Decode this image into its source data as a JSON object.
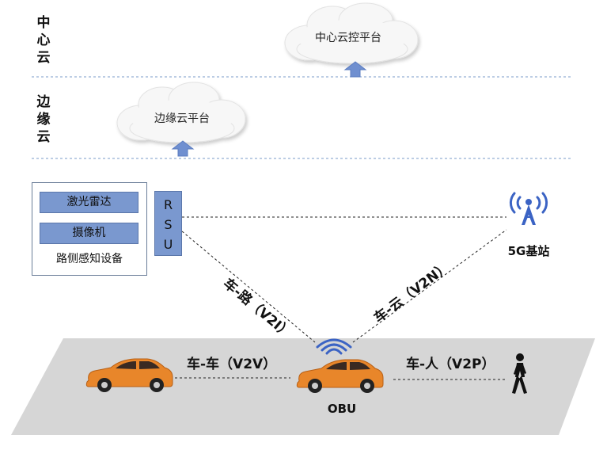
{
  "layers": {
    "center_cloud_label": [
      "中",
      "心",
      "云"
    ],
    "edge_cloud_label": [
      "边",
      "缘",
      "云"
    ]
  },
  "clouds": {
    "center": "中心云控平台",
    "edge": "边缘云平台"
  },
  "roadside": {
    "lidar": "激光雷达",
    "camera": "摄像机",
    "caption": "路侧感知设备",
    "rsu_letters": [
      "R",
      "S",
      "U"
    ]
  },
  "base_station": "5G基站",
  "links": {
    "v2i": "车-路（V2I）",
    "v2n": "车-云（V2N）",
    "v2v": "车-车（V2V）",
    "v2p": "车-人（V2P）"
  },
  "obu": "OBU",
  "colors": {
    "road": "#d6d6d6",
    "car": "#e8862a",
    "rsu_fill": "#7a98cf",
    "arrow": "#6f8fd0",
    "tower": "#3b63c4"
  }
}
